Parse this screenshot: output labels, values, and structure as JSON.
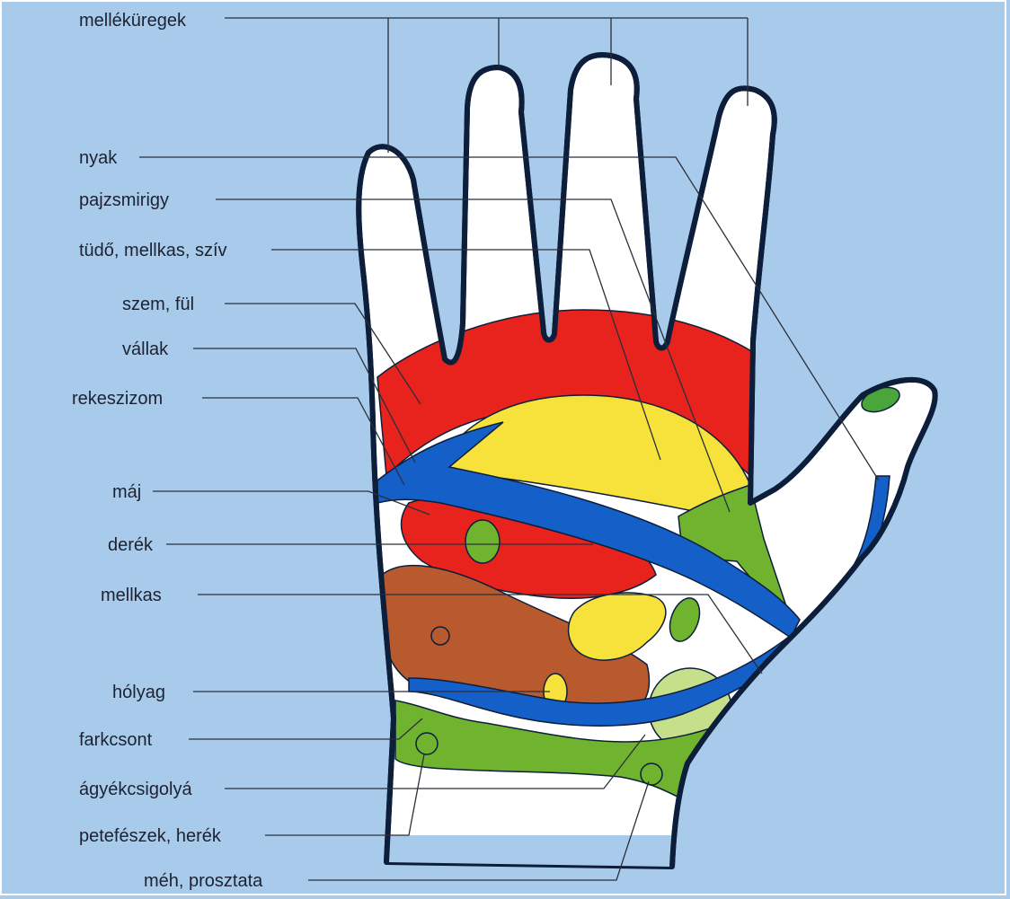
{
  "colors": {
    "background": "#a9cbeb",
    "outline": "#0c1e3a",
    "red": "#e8231e",
    "yellow": "#f7e23c",
    "blue": "#1560c8",
    "green": "#6fb32f",
    "light_green": "#c5df8a",
    "brown": "#b85a2e",
    "white": "#ffffff"
  },
  "labels": {
    "mellekuregek": "melléküregek",
    "nyak": "nyak",
    "pajzsmirigy": "pajzsmirigy",
    "tudo": "tüdő, mellkas, szív",
    "szem": "szem, fül",
    "vallak": "vállak",
    "rekeszizom": "rekeszizom",
    "maj": "máj",
    "derek": "derék",
    "mellkas": "mellkas",
    "holyag": "hólyag",
    "farkcsont": "farkcsont",
    "agyek": "ágyékcsigolyá",
    "petefeszek": "petefészek, herék",
    "meh": "méh, prosztata"
  }
}
